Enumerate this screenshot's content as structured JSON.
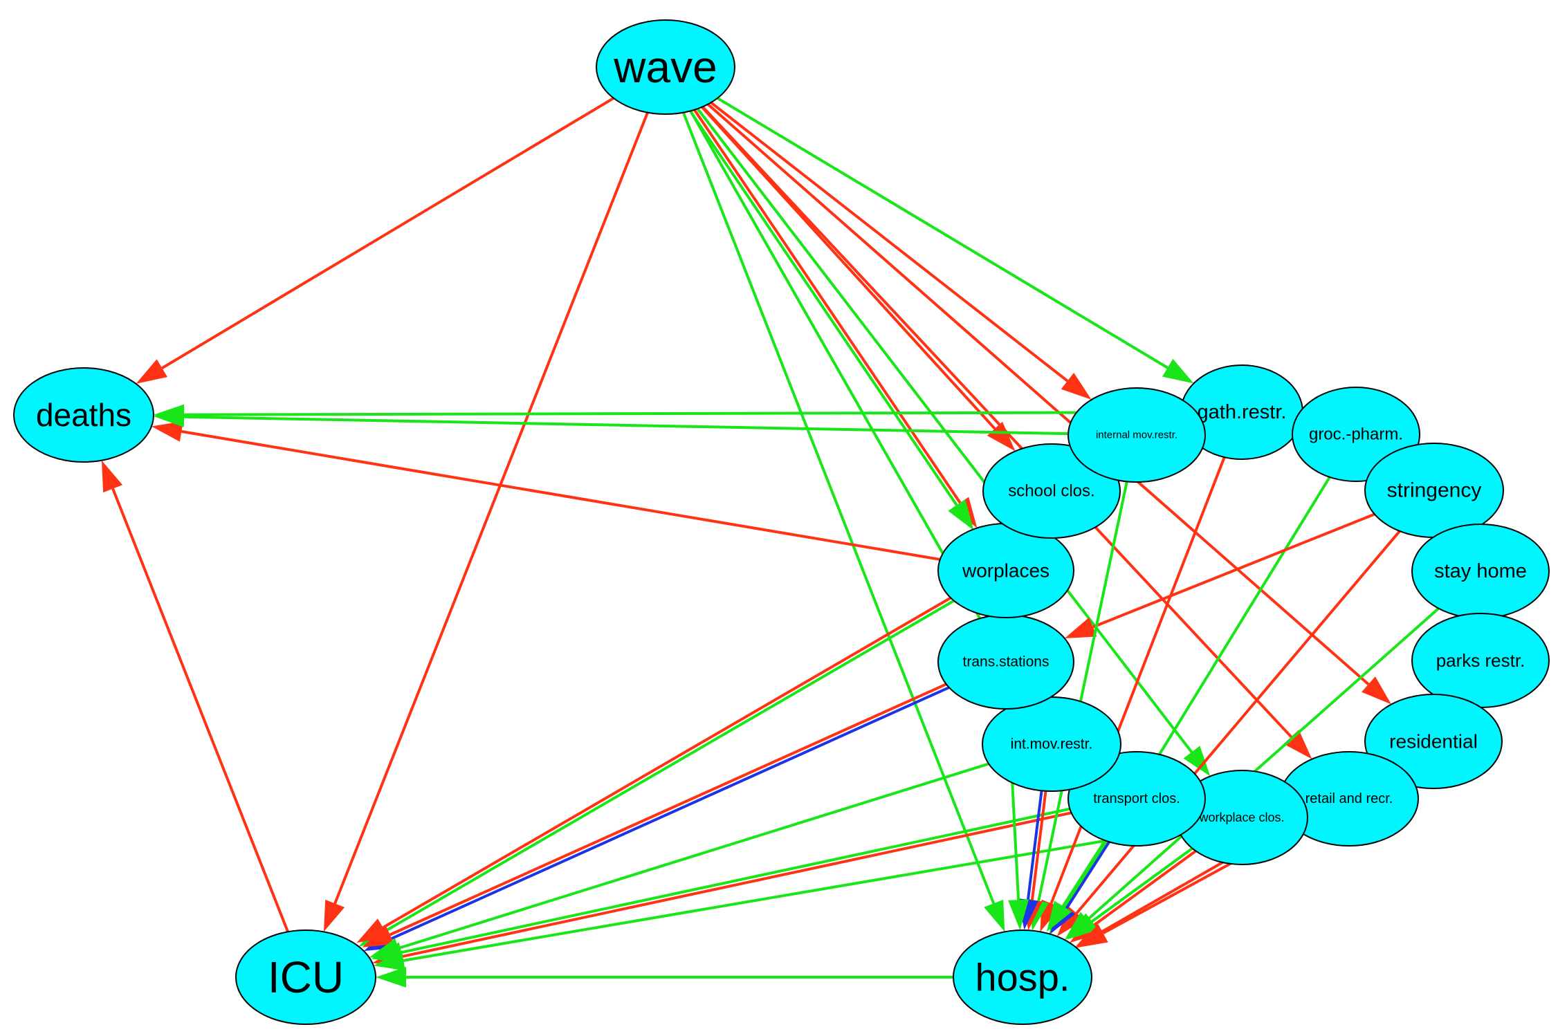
{
  "colors": {
    "node_fill": "#00F5FF",
    "red": "#FF3314",
    "green": "#19E619",
    "blue": "#1C33E6"
  },
  "nodes": [
    {
      "id": "wave",
      "label": "wave"
    },
    {
      "id": "deaths",
      "label": "deaths"
    },
    {
      "id": "icu",
      "label": "ICU"
    },
    {
      "id": "hosp",
      "label": "hosp."
    },
    {
      "id": "gath",
      "label": "gath.restr."
    },
    {
      "id": "groc",
      "label": "groc.-pharm."
    },
    {
      "id": "stringency",
      "label": "stringency"
    },
    {
      "id": "stayhome",
      "label": "stay home"
    },
    {
      "id": "parks",
      "label": "parks restr."
    },
    {
      "id": "residential",
      "label": "residential"
    },
    {
      "id": "retail",
      "label": "retail and recr."
    },
    {
      "id": "workplaceclos",
      "label": "workplace clos."
    },
    {
      "id": "transportclos",
      "label": "transport clos."
    },
    {
      "id": "intmov",
      "label": "int.mov.restr."
    },
    {
      "id": "transstations",
      "label": "trans.stations"
    },
    {
      "id": "worplaces",
      "label": "worplaces"
    },
    {
      "id": "school",
      "label": "school clos."
    },
    {
      "id": "internalmov",
      "label": "internal mov.restr."
    }
  ],
  "edges": [
    {
      "from": "wave",
      "to": "deaths",
      "color": "red"
    },
    {
      "from": "wave",
      "to": "icu",
      "color": "red"
    },
    {
      "from": "wave",
      "to": "hosp",
      "color": "green"
    },
    {
      "from": "wave",
      "to": "gath",
      "color": "green"
    },
    {
      "from": "wave",
      "to": "internalmov",
      "color": "red"
    },
    {
      "from": "wave",
      "to": "school",
      "color": "red"
    },
    {
      "from": "wave",
      "to": "worplaces",
      "color": "red"
    },
    {
      "from": "wave",
      "to": "worplaces",
      "color": "green"
    },
    {
      "from": "wave",
      "to": "residential",
      "color": "red"
    },
    {
      "from": "wave",
      "to": "retail",
      "color": "red"
    },
    {
      "from": "wave",
      "to": "workplaceclos",
      "color": "green"
    },
    {
      "from": "wave",
      "to": "intmov",
      "color": "green"
    },
    {
      "from": "icu",
      "to": "deaths",
      "color": "red"
    },
    {
      "from": "worplaces",
      "to": "deaths",
      "color": "red"
    },
    {
      "from": "gath",
      "to": "deaths",
      "color": "green"
    },
    {
      "from": "internalmov",
      "to": "deaths",
      "color": "green"
    },
    {
      "from": "hosp",
      "to": "icu",
      "color": "green"
    },
    {
      "from": "worplaces",
      "to": "icu",
      "color": "green"
    },
    {
      "from": "worplaces",
      "to": "icu",
      "color": "red"
    },
    {
      "from": "transstations",
      "to": "icu",
      "color": "blue"
    },
    {
      "from": "transstations",
      "to": "icu",
      "color": "red"
    },
    {
      "from": "intmov",
      "to": "icu",
      "color": "green"
    },
    {
      "from": "transportclos",
      "to": "icu",
      "color": "red"
    },
    {
      "from": "transportclos",
      "to": "icu",
      "color": "green"
    },
    {
      "from": "workplaceclos",
      "to": "icu",
      "color": "green"
    },
    {
      "from": "gath",
      "to": "hosp",
      "color": "red"
    },
    {
      "from": "groc",
      "to": "hosp",
      "color": "green"
    },
    {
      "from": "stringency",
      "to": "hosp",
      "color": "red"
    },
    {
      "from": "stayhome",
      "to": "hosp",
      "color": "green"
    },
    {
      "from": "residential",
      "to": "hosp",
      "color": "red"
    },
    {
      "from": "stringency",
      "to": "transstations",
      "color": "red"
    },
    {
      "from": "internalmov",
      "to": "hosp",
      "color": "green"
    },
    {
      "from": "intmov",
      "to": "hosp",
      "color": "red"
    },
    {
      "from": "intmov",
      "to": "hosp",
      "color": "blue"
    },
    {
      "from": "transportclos",
      "to": "hosp",
      "color": "blue"
    },
    {
      "from": "transportclos",
      "to": "hosp",
      "color": "green"
    },
    {
      "from": "workplaceclos",
      "to": "hosp",
      "color": "red"
    },
    {
      "from": "workplaceclos",
      "to": "hosp",
      "color": "green"
    },
    {
      "from": "retail",
      "to": "hosp",
      "color": "red"
    },
    {
      "from": "transstations",
      "to": "hosp",
      "color": "green"
    }
  ]
}
